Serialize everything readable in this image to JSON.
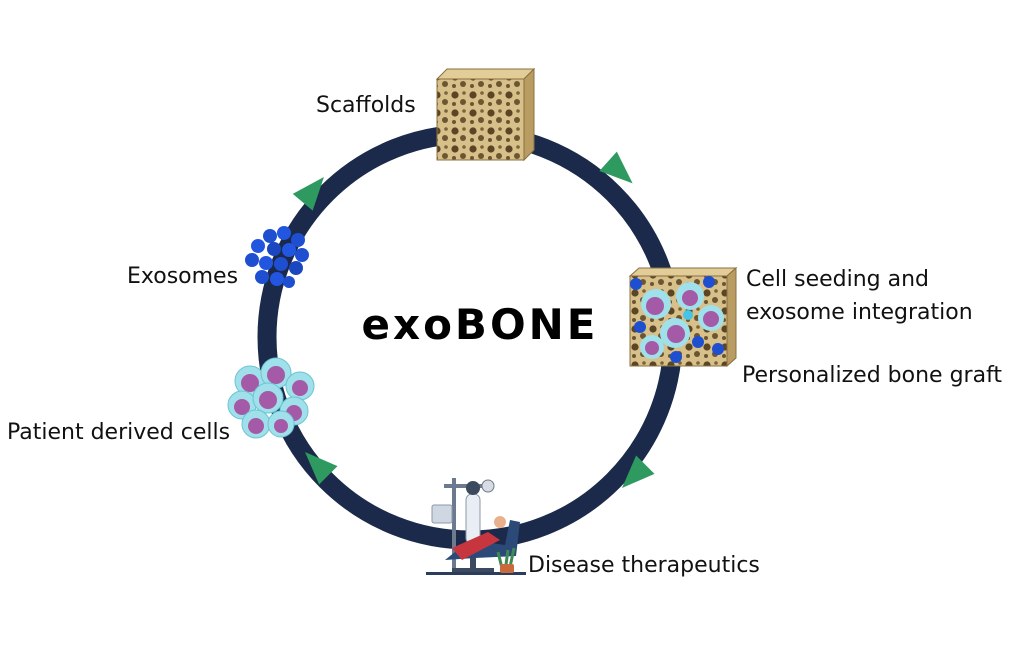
{
  "title": "exoBONE",
  "stages": [
    {
      "id": "scaffolds",
      "label": "Scaffolds",
      "icon": "bone-scaffold-icon"
    },
    {
      "id": "cell-seeding",
      "label_lines": [
        "Cell seeding and",
        "exosome integration"
      ],
      "icon": "seeded-scaffold-icon"
    },
    {
      "id": "personalized-graft",
      "label": "Personalized bone graft"
    },
    {
      "id": "therapeutics",
      "label": "Disease therapeutics",
      "icon": "dental-chair-icon"
    },
    {
      "id": "patient-cells",
      "label": "Patient derived cells",
      "icon": "cell-cluster-icon"
    },
    {
      "id": "exosomes",
      "label": "Exosomes",
      "icon": "exosome-cluster-icon"
    }
  ],
  "colors": {
    "ring": "#1b2a4a",
    "arrow": "#2e9a5f",
    "bone": "#c9b27e",
    "bone_dark": "#6b5631",
    "exosome": "#1f4fd1",
    "cell": "#a45aa6",
    "cell_ring": "#7fd3e0"
  }
}
